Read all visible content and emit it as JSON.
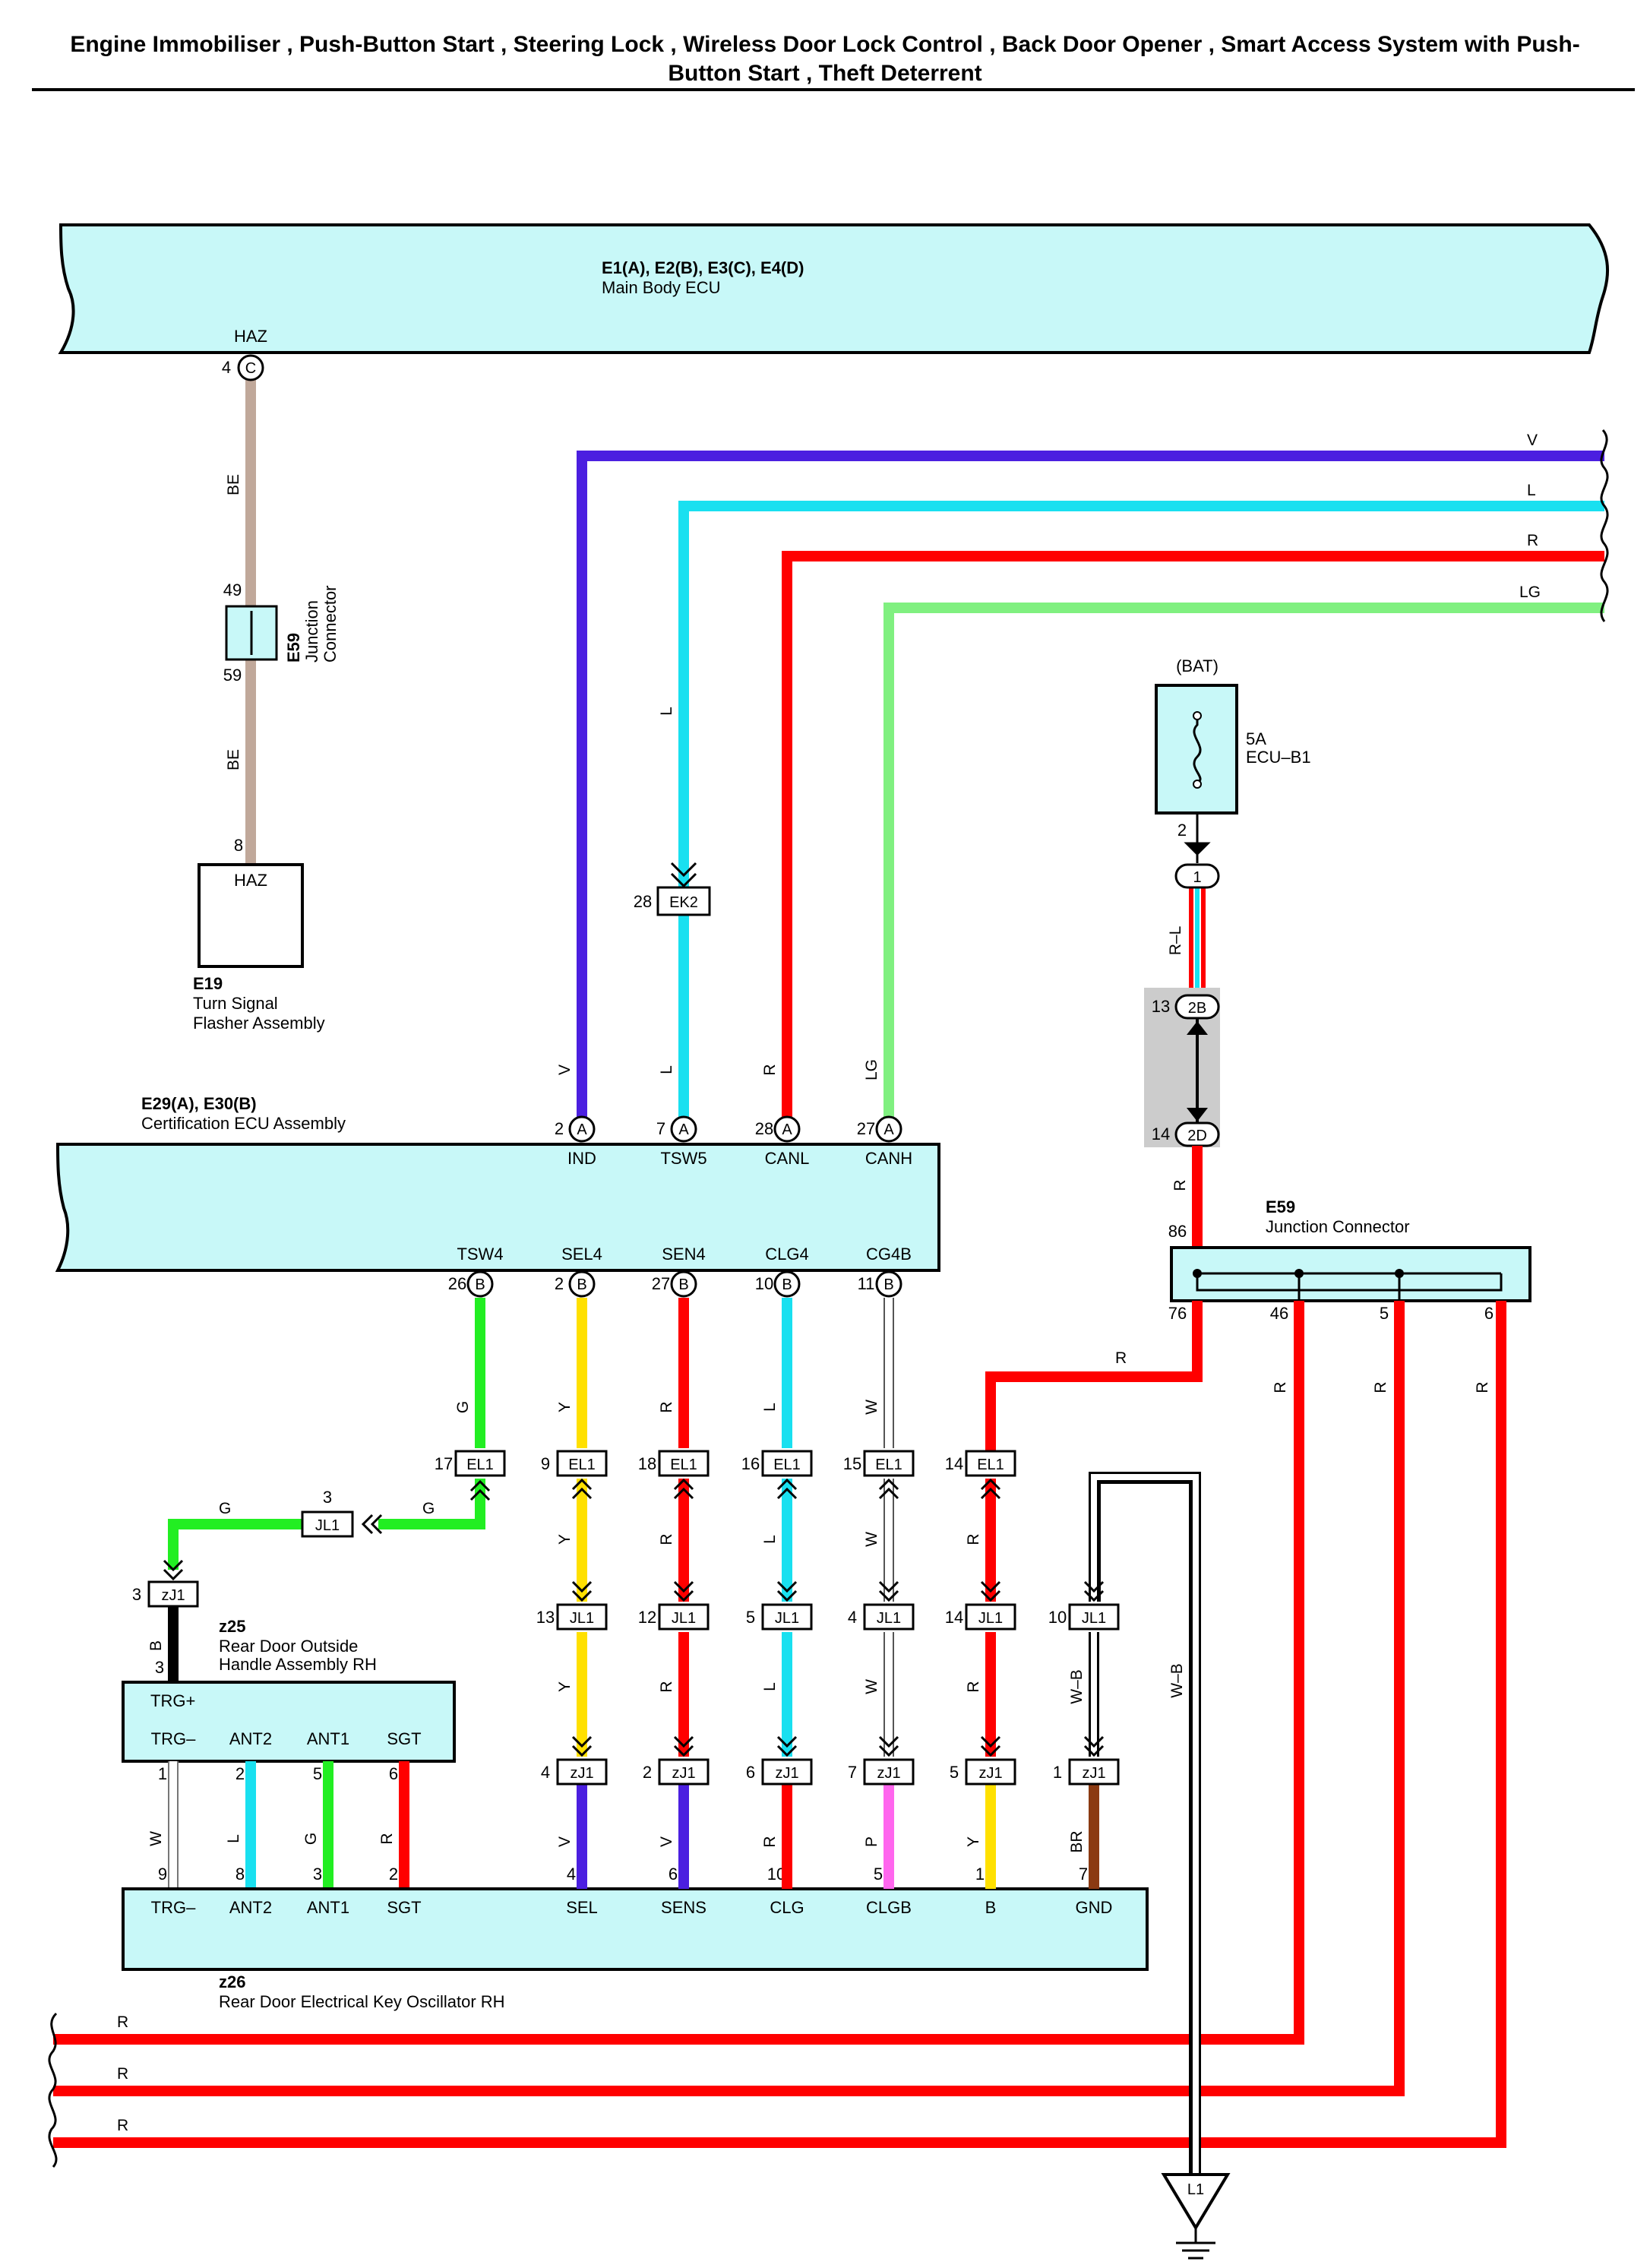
{
  "title_line1": "Engine Immobiliser , Push-Button Start , Steering Lock , Wireless Door Lock Control , Back Door Opener , Smart Access System with Push-",
  "title_line2": "Button Start , Theft Deterrent",
  "components": {
    "main_body_ecu": {
      "code": "E1(A), E2(B), E3(C), E4(D)",
      "name": "Main Body ECU",
      "pin_label": "HAZ",
      "pin": "4",
      "conn": "C"
    },
    "e59_small": {
      "code": "E59",
      "name_line1": "Junction",
      "name_line2": "Connector",
      "pin_top": "49",
      "pin_bottom": "59"
    },
    "flasher": {
      "code": "E19",
      "name_line1": "Turn Signal",
      "name_line2": "Flasher Assembly",
      "pin_label": "HAZ",
      "pin": "8"
    },
    "fuse": {
      "source": "(BAT)",
      "rating": "5A",
      "name": "ECU–B1",
      "pin": "2"
    },
    "cert_ecu": {
      "code": "E29(A), E30(B)",
      "name": "Certification ECU Assembly",
      "top_pins": [
        {
          "num": "2",
          "conn": "A",
          "label": "IND"
        },
        {
          "num": "7",
          "conn": "A",
          "label": "TSW5"
        },
        {
          "num": "28",
          "conn": "A",
          "label": "CANL"
        },
        {
          "num": "27",
          "conn": "A",
          "label": "CANH"
        }
      ],
      "bottom_pins": [
        {
          "num": "26",
          "conn": "B",
          "label": "TSW4"
        },
        {
          "num": "2",
          "conn": "B",
          "label": "SEL4"
        },
        {
          "num": "27",
          "conn": "B",
          "label": "SEN4"
        },
        {
          "num": "10",
          "conn": "B",
          "label": "CLG4"
        },
        {
          "num": "11",
          "conn": "B",
          "label": "CG4B"
        }
      ]
    },
    "e59_junction": {
      "code": "E59",
      "name": "Junction Connector",
      "pin_in": "86",
      "pins_out": [
        "76",
        "46",
        "5",
        "6"
      ]
    },
    "z25": {
      "code": "z25",
      "name_line1": "Rear Door Outside",
      "name_line2": "Handle Assembly RH",
      "trg_plus": "TRG+",
      "pin_trg_plus": "3",
      "pins": [
        {
          "num": "1",
          "label": "TRG–"
        },
        {
          "num": "2",
          "label": "ANT2"
        },
        {
          "num": "5",
          "label": "ANT1"
        },
        {
          "num": "6",
          "label": "SGT"
        }
      ]
    },
    "z26": {
      "code": "z26",
      "name": "Rear Door Electrical Key Oscillator RH",
      "pins": [
        {
          "num": "9",
          "label": "TRG–"
        },
        {
          "num": "8",
          "label": "ANT2"
        },
        {
          "num": "3",
          "label": "ANT1"
        },
        {
          "num": "2",
          "label": "SGT"
        },
        {
          "num": "4",
          "label": "SEL"
        },
        {
          "num": "6",
          "label": "SENS"
        },
        {
          "num": "10",
          "label": "CLG"
        },
        {
          "num": "5",
          "label": "CLGB"
        },
        {
          "num": "1",
          "label": "B"
        },
        {
          "num": "7",
          "label": "GND"
        }
      ]
    },
    "ground": {
      "label": "L1"
    }
  },
  "connectors": {
    "ek2": {
      "name": "EK2",
      "pin": "28"
    },
    "c1": {
      "name": "1"
    },
    "c2b": {
      "name": "2B",
      "pin": "13"
    },
    "c2d": {
      "name": "2D",
      "pin": "14"
    },
    "el1": [
      {
        "name": "EL1",
        "pin": "17"
      },
      {
        "name": "EL1",
        "pin": "9"
      },
      {
        "name": "EL1",
        "pin": "18"
      },
      {
        "name": "EL1",
        "pin": "16"
      },
      {
        "name": "EL1",
        "pin": "15"
      },
      {
        "name": "EL1",
        "pin": "14"
      }
    ],
    "jl1_g": {
      "name": "JL1",
      "pin": "3"
    },
    "jl1": [
      {
        "name": "JL1",
        "pin": "13"
      },
      {
        "name": "JL1",
        "pin": "12"
      },
      {
        "name": "JL1",
        "pin": "5"
      },
      {
        "name": "JL1",
        "pin": "4"
      },
      {
        "name": "JL1",
        "pin": "14"
      },
      {
        "name": "JL1",
        "pin": "10"
      }
    ],
    "zj1_a": {
      "name": "zJ1",
      "pin": "3"
    },
    "zj1": [
      {
        "name": "zJ1",
        "pin": "4"
      },
      {
        "name": "zJ1",
        "pin": "2"
      },
      {
        "name": "zJ1",
        "pin": "6"
      },
      {
        "name": "zJ1",
        "pin": "7"
      },
      {
        "name": "zJ1",
        "pin": "5"
      },
      {
        "name": "zJ1",
        "pin": "1"
      }
    ]
  },
  "wire_labels": {
    "be": "BE",
    "v": "V",
    "l": "L",
    "r": "R",
    "lg": "LG",
    "rl": "R–L",
    "g": "G",
    "y": "Y",
    "w": "W",
    "b": "B",
    "p": "P",
    "br": "BR",
    "wb": "W–B"
  },
  "colors": {
    "BE": "#c0a89a",
    "V": "#4b1fe0",
    "L": "#19e0f0",
    "R": "#ff0000",
    "LG": "#80f080",
    "G": "#22ee22",
    "Y": "#ffe000",
    "W": "#ffffff",
    "B": "#000000",
    "P": "#ff66ee",
    "BR": "#8b3a12",
    "component_fill": "#c8f8f8"
  }
}
